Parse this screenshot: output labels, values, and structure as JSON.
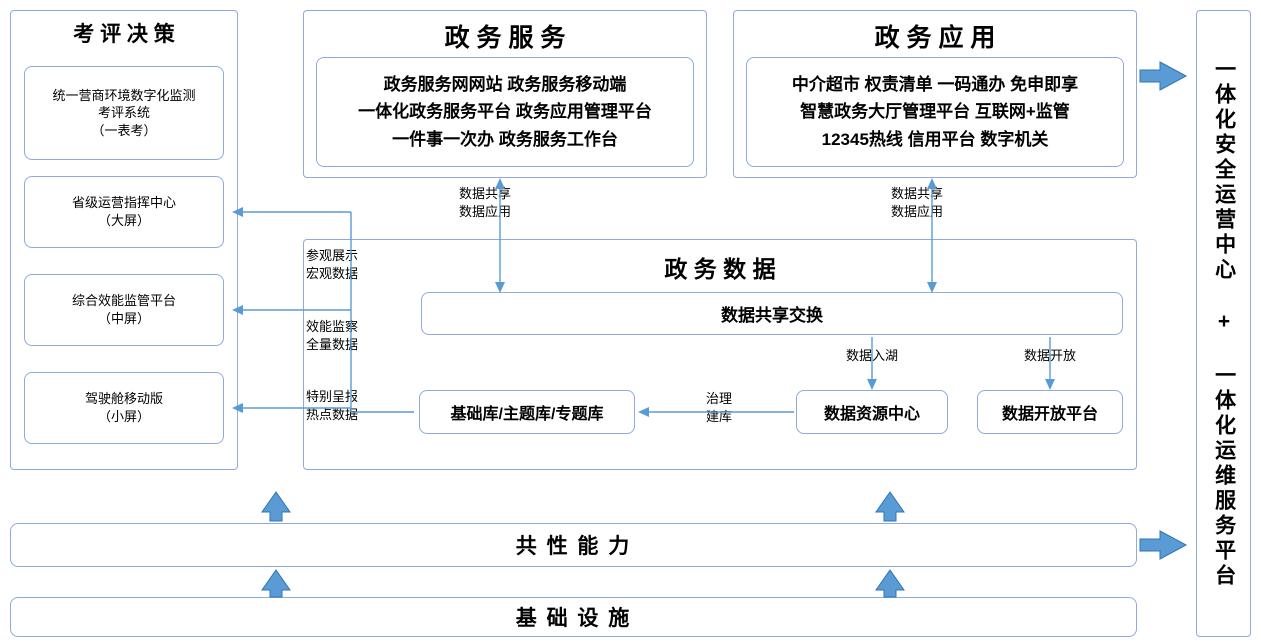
{
  "left_panel": {
    "title": "考 评 决 策",
    "items": [
      {
        "label": "统一营商环境数字化监测\n考评系统\n（一表考）"
      },
      {
        "label": "省级运营指挥中心\n（大屏）"
      },
      {
        "label": "综合效能监管平台\n（中屏）"
      },
      {
        "label": "驾驶舱移动版\n（小屏）"
      }
    ]
  },
  "service_panel": {
    "title": "政 务 服 务",
    "box_lines": "政务服务网网站 政务服务移动端\n一体化政务服务平台 政务应用管理平台\n一件事一次办 政务服务工作台"
  },
  "app_panel": {
    "title": "政 务 应 用",
    "box_lines": "中介超市 权责清单 一码通办 免申即享\n智慧政务大厅管理平台 互联网+监管\n12345热线 信用平台 数字机关"
  },
  "data_panel": {
    "title": "政 务 数 据",
    "exchange": "数据共享交换",
    "base_lib": "基础库/主题库/专题库",
    "resource_center": "数据资源中心",
    "open_platform": "数据开放平台"
  },
  "connector_labels": {
    "share_apply_left": "数据共享\n数据应用",
    "share_apply_right": "数据共享\n数据应用",
    "to_lake": "数据入湖",
    "to_open": "数据开放",
    "govern_build": "治理\n建库",
    "visit_macro": "参观展示\n宏观数据",
    "efficiency_full": "效能监察\n全量数据",
    "special_report": "特别呈报\n热点数据"
  },
  "bottom_bars": [
    {
      "label": "共 性 能 力"
    },
    {
      "label": "基 础 设 施"
    }
  ],
  "right_panel": {
    "label": "一体化安全运营中心 + 一体化运维服务平台"
  },
  "colors": {
    "border": "#8faadc",
    "arrow_fill": "#5b9bd5",
    "arrow_stroke": "#2e75b6",
    "line": "#5b9bd5"
  }
}
